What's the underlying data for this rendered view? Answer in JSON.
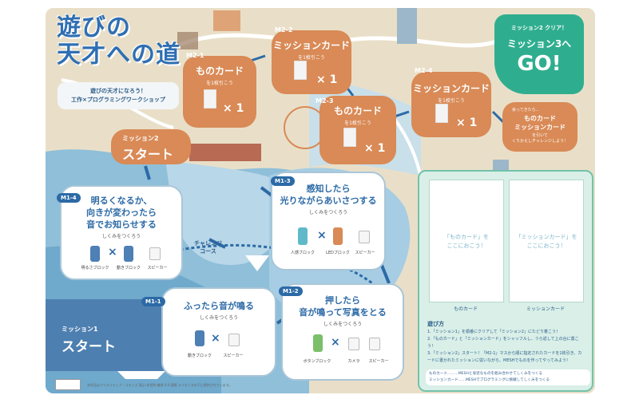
{
  "title": {
    "line1": "遊びの",
    "line2": "天才への道"
  },
  "subtitle": {
    "line1": "遊びの天才になろう！",
    "line2": "工作×プログラミングワークショップ"
  },
  "m2_start": {
    "sub": "ミッション2",
    "main": "スタート"
  },
  "m2_cards": [
    {
      "tag": "M2-1",
      "title": "ものカード",
      "sub": "を1枚引こう",
      "count": "× 1"
    },
    {
      "tag": "M2-2",
      "title": "ミッションカード",
      "sub": "を1枚引こう",
      "count": "× 1"
    },
    {
      "tag": "M2-3",
      "title": "ものカード",
      "sub": "を1枚引こう",
      "count": "× 1"
    },
    {
      "tag": "M2-4",
      "title": "ミッションカード",
      "sub": "を1枚引こう",
      "count": "× 1"
    }
  ],
  "m2_5": {
    "pre": "余ってきたら…",
    "title1": "ものカード",
    "title2": "ミッションカード",
    "sub1": "を引いて",
    "sub2": "くりかえしチャレンジしよう！"
  },
  "m3": {
    "clear": "ミッション2 クリア！",
    "title": "ミッション3へ",
    "go": "GO!"
  },
  "m1_missions": [
    {
      "tag": "M1-1",
      "title": "ふったら音が鳴る",
      "sub": "しくみをつくろう",
      "blocks": [
        "動きブロック",
        "スピーカー"
      ]
    },
    {
      "tag": "M1-2",
      "title1": "押したら",
      "title2": "音が鳴って写真をとる",
      "sub": "しくみをつくろう",
      "blocks": [
        "ボタンブロック",
        "カメラ",
        "スピーカー"
      ]
    },
    {
      "tag": "M1-3",
      "title1": "感知したら",
      "title2": "光りながらあいさつする",
      "sub": "しくみをつくろう",
      "blocks": [
        "人感ブロック",
        "LEDブロック",
        "スピーカー"
      ]
    },
    {
      "tag": "M1-4",
      "title1": "明るくなるか、",
      "title2": "向きが変わったら",
      "title3": "音でお知らせする",
      "sub": "しくみをつくろう",
      "blocks": [
        "明るさブロック",
        "動きブロック",
        "スピーカー"
      ]
    }
  ],
  "challenge": {
    "line1": "チャレンジ",
    "line2": "コース"
  },
  "m1_start": {
    "sub": "ミッション1",
    "main": "スタート"
  },
  "right": {
    "slot1": {
      "line1": "「ものカード」を",
      "line2": "ここにおこう！",
      "label": "ものカード"
    },
    "slot2": {
      "line1": "「ミッションカード」を",
      "line2": "ここにおこう！",
      "label": "ミッションカード"
    },
    "howto_title": "遊び方",
    "steps": [
      "1.「ミッション1」を順番にクリアして「ミッション2」にたどり着こう！",
      "2.「ものカード」と「ミッションカード」をシャッフルし、うら返して上の台に置こう！",
      "3.「ミッション2」スタート！「M2-1」マスから順に指定されたカードを1枚引き、カードに書かれたミッションに従いながら、MESHでものを作ってやってみよう！"
    ],
    "legend1": "ものカード………MESHと身近なものを組み合わせてしくみをつくる",
    "legend2": "ミッションカード……MESHでプログラミングに挑戦してしくみをつくる"
  },
  "footer": "本作品はクリエイティブ・コモンズ 表示-非営利-継承 4.0 国際 ライセンスの下に提供されています。"
}
